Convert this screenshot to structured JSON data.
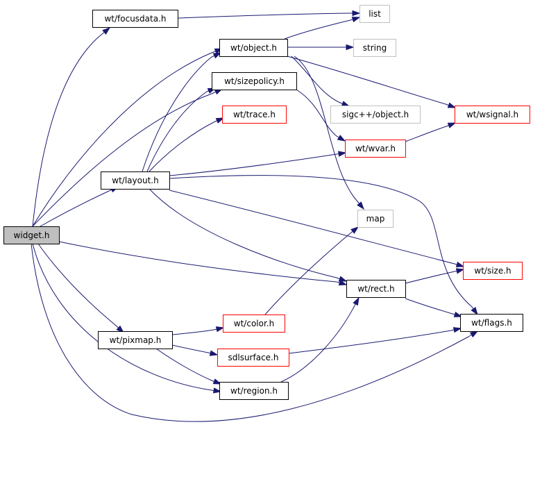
{
  "colors": {
    "edge": "#191970",
    "border_normal": "#000000",
    "border_undocumented": "#ff0000",
    "border_external": "#bfbfbf",
    "root_fill": "#bfbfbf",
    "fill": "#ffffff"
  },
  "nodes": [
    {
      "id": "widget",
      "label": "widget.h",
      "kind": "root"
    },
    {
      "id": "focusdata",
      "label": "wt/focusdata.h",
      "kind": "normal"
    },
    {
      "id": "list",
      "label": "list",
      "kind": "external"
    },
    {
      "id": "object",
      "label": "wt/object.h",
      "kind": "normal"
    },
    {
      "id": "string",
      "label": "string",
      "kind": "external"
    },
    {
      "id": "sizepolicy",
      "label": "wt/sizepolicy.h",
      "kind": "normal"
    },
    {
      "id": "trace",
      "label": "wt/trace.h",
      "kind": "undocumented"
    },
    {
      "id": "sigc",
      "label": "sigc++/object.h",
      "kind": "external"
    },
    {
      "id": "wsignal",
      "label": "wt/wsignal.h",
      "kind": "undocumented"
    },
    {
      "id": "wvar",
      "label": "wt/wvar.h",
      "kind": "undocumented"
    },
    {
      "id": "layout",
      "label": "wt/layout.h",
      "kind": "normal"
    },
    {
      "id": "map",
      "label": "map",
      "kind": "external"
    },
    {
      "id": "size",
      "label": "wt/size.h",
      "kind": "undocumented"
    },
    {
      "id": "rect",
      "label": "wt/rect.h",
      "kind": "normal"
    },
    {
      "id": "color",
      "label": "wt/color.h",
      "kind": "undocumented"
    },
    {
      "id": "flags",
      "label": "wt/flags.h",
      "kind": "normal"
    },
    {
      "id": "pixmap",
      "label": "wt/pixmap.h",
      "kind": "normal"
    },
    {
      "id": "sdlsurface",
      "label": "sdlsurface.h",
      "kind": "undocumented"
    },
    {
      "id": "region",
      "label": "wt/region.h",
      "kind": "normal"
    }
  ],
  "edges": [
    {
      "from": "widget",
      "to": "focusdata"
    },
    {
      "from": "widget",
      "to": "object"
    },
    {
      "from": "widget",
      "to": "sizepolicy"
    },
    {
      "from": "widget",
      "to": "layout"
    },
    {
      "from": "widget",
      "to": "rect"
    },
    {
      "from": "widget",
      "to": "pixmap"
    },
    {
      "from": "widget",
      "to": "region"
    },
    {
      "from": "widget",
      "to": "flags"
    },
    {
      "from": "focusdata",
      "to": "list"
    },
    {
      "from": "object",
      "to": "list"
    },
    {
      "from": "object",
      "to": "string"
    },
    {
      "from": "object",
      "to": "sigc"
    },
    {
      "from": "object",
      "to": "wsignal"
    },
    {
      "from": "object",
      "to": "map"
    },
    {
      "from": "sizepolicy",
      "to": "wvar"
    },
    {
      "from": "wvar",
      "to": "wsignal"
    },
    {
      "from": "layout",
      "to": "object"
    },
    {
      "from": "layout",
      "to": "sizepolicy"
    },
    {
      "from": "layout",
      "to": "trace"
    },
    {
      "from": "layout",
      "to": "wvar"
    },
    {
      "from": "layout",
      "to": "flags"
    },
    {
      "from": "layout",
      "to": "size"
    },
    {
      "from": "layout",
      "to": "rect"
    },
    {
      "from": "rect",
      "to": "size"
    },
    {
      "from": "rect",
      "to": "flags"
    },
    {
      "from": "pixmap",
      "to": "color"
    },
    {
      "from": "pixmap",
      "to": "sdlsurface"
    },
    {
      "from": "pixmap",
      "to": "region"
    },
    {
      "from": "color",
      "to": "map"
    },
    {
      "from": "sdlsurface",
      "to": "flags"
    },
    {
      "from": "region",
      "to": "rect"
    }
  ]
}
